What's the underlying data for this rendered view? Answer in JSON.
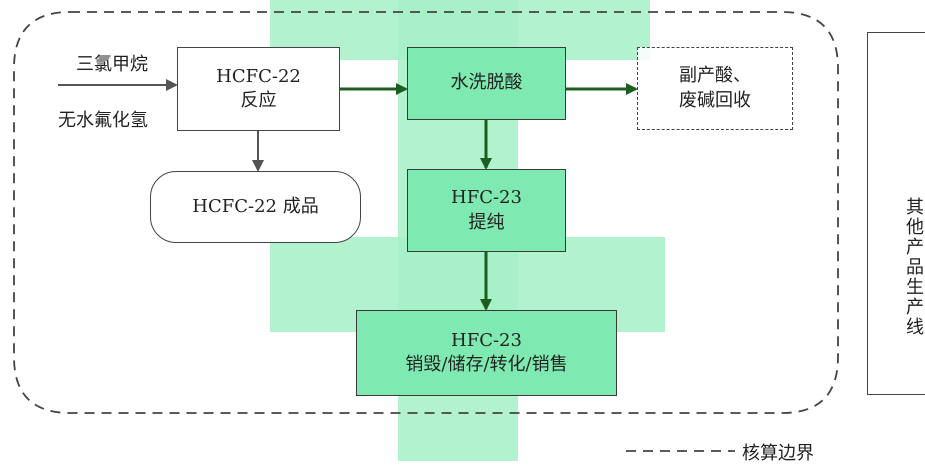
{
  "inputs": {
    "line1": "三氯甲烷",
    "line2": "无水氟化氢"
  },
  "nodes": {
    "hcfc_reaction": {
      "line1": "HCFC-22",
      "line2": "反应"
    },
    "water_wash": {
      "text": "水洗脱酸"
    },
    "byproduct": {
      "line1": "副产酸、",
      "line2": "废碱回收"
    },
    "hcfc_product": {
      "text": "HCFC-22 成品"
    },
    "hfc_purify": {
      "line1": "HFC-23",
      "line2": "提纯"
    },
    "hfc_dispose": {
      "line1": "HFC-23",
      "line2": "销毁/储存/转化/销售"
    },
    "other_lines": {
      "text": "其他产品生产线"
    }
  },
  "legend": {
    "text": "核算边界"
  },
  "colors": {
    "accent_green": "#7eeab1",
    "arrow_green": "#1b5e20",
    "arrow_gray": "#555555",
    "watermark": "#a6f0c6"
  }
}
